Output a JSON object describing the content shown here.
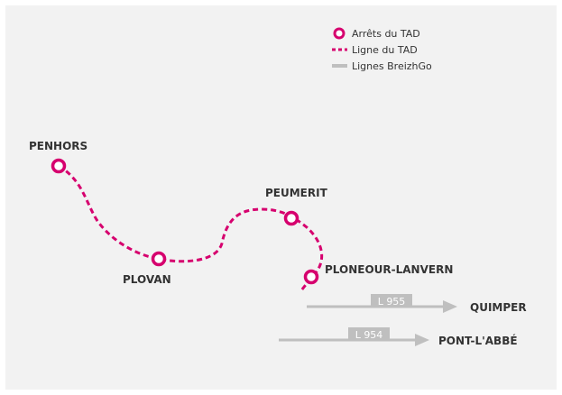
{
  "colors": {
    "background": "#f2f2f2",
    "tad": "#d6006e",
    "breizhgo": "#bfbfbf",
    "text": "#333333"
  },
  "legend": {
    "stops_label": "Arrêts du TAD",
    "tad_line_label": "Ligne du TAD",
    "breizhgo_label": "Lignes BreizhGo"
  },
  "stops": [
    {
      "id": "penhors",
      "name": "PENHORS"
    },
    {
      "id": "plovan",
      "name": "PLOVAN"
    },
    {
      "id": "peumerit",
      "name": "PEUMERIT"
    },
    {
      "id": "ploneour",
      "name": "PLONEOUR-LANVERN"
    }
  ],
  "bus_lines": [
    {
      "code": "L 955",
      "destination": "QUIMPER"
    },
    {
      "code": "L 954",
      "destination": "PONT-L'ABBÉ"
    }
  ]
}
